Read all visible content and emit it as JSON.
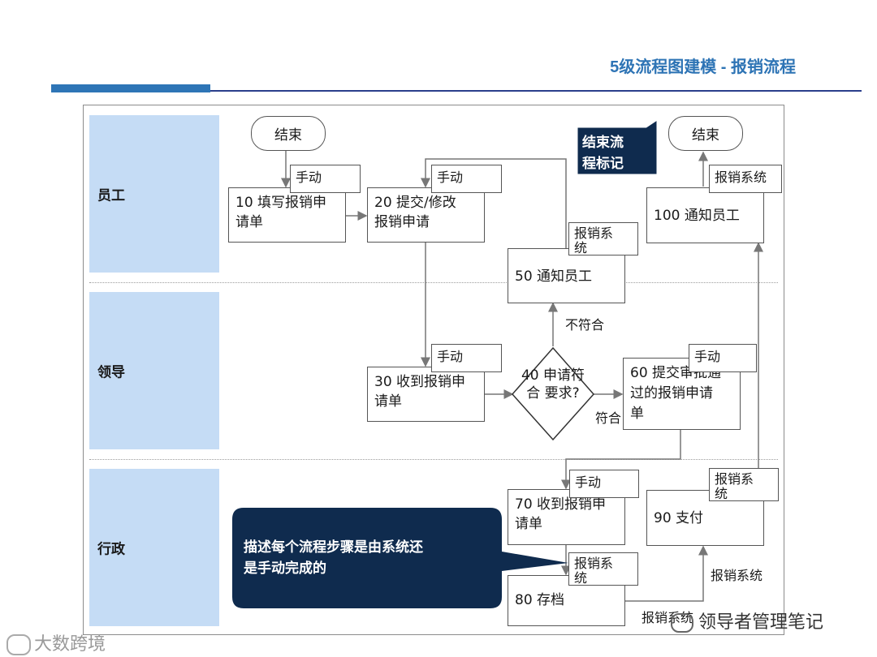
{
  "title": "5级流程图建模 - 报销流程",
  "lanes": [
    "员工",
    "领导",
    "行政"
  ],
  "terminals": {
    "start": "结束",
    "end": "结束"
  },
  "steps": {
    "s10": "10 填写报销申\n请单",
    "s20": "20 提交/修改\n报销申请",
    "s30": "30 收到报销申\n请单",
    "s40": "40\n申请符合\n要求?",
    "s50": "50 通知员工",
    "s60": "60 提交审批通\n过的报销申请\n单",
    "s70": "70 收到报销申\n请单",
    "s80": "80 存档",
    "s90": "90 支付",
    "s100": "100 通知员工"
  },
  "tags": {
    "t10": "手动",
    "t20": "手动",
    "t30": "手动",
    "t50": "报销系\n统",
    "t60": "手动",
    "t70": "手动",
    "t80": "报销系\n统",
    "t90": "报销系\n统",
    "t100": "报销系统"
  },
  "edge_labels": {
    "no": "不符合",
    "yes": "符合",
    "sys1": "报销系统",
    "sys2": "报销系统"
  },
  "callouts": {
    "end_mark": "结束流\n程标记",
    "describe": "描述每个流程步骤是由系统还\n是手动完成的"
  },
  "watermarks": {
    "left": "大数跨境",
    "right": "领导者管理笔记"
  }
}
